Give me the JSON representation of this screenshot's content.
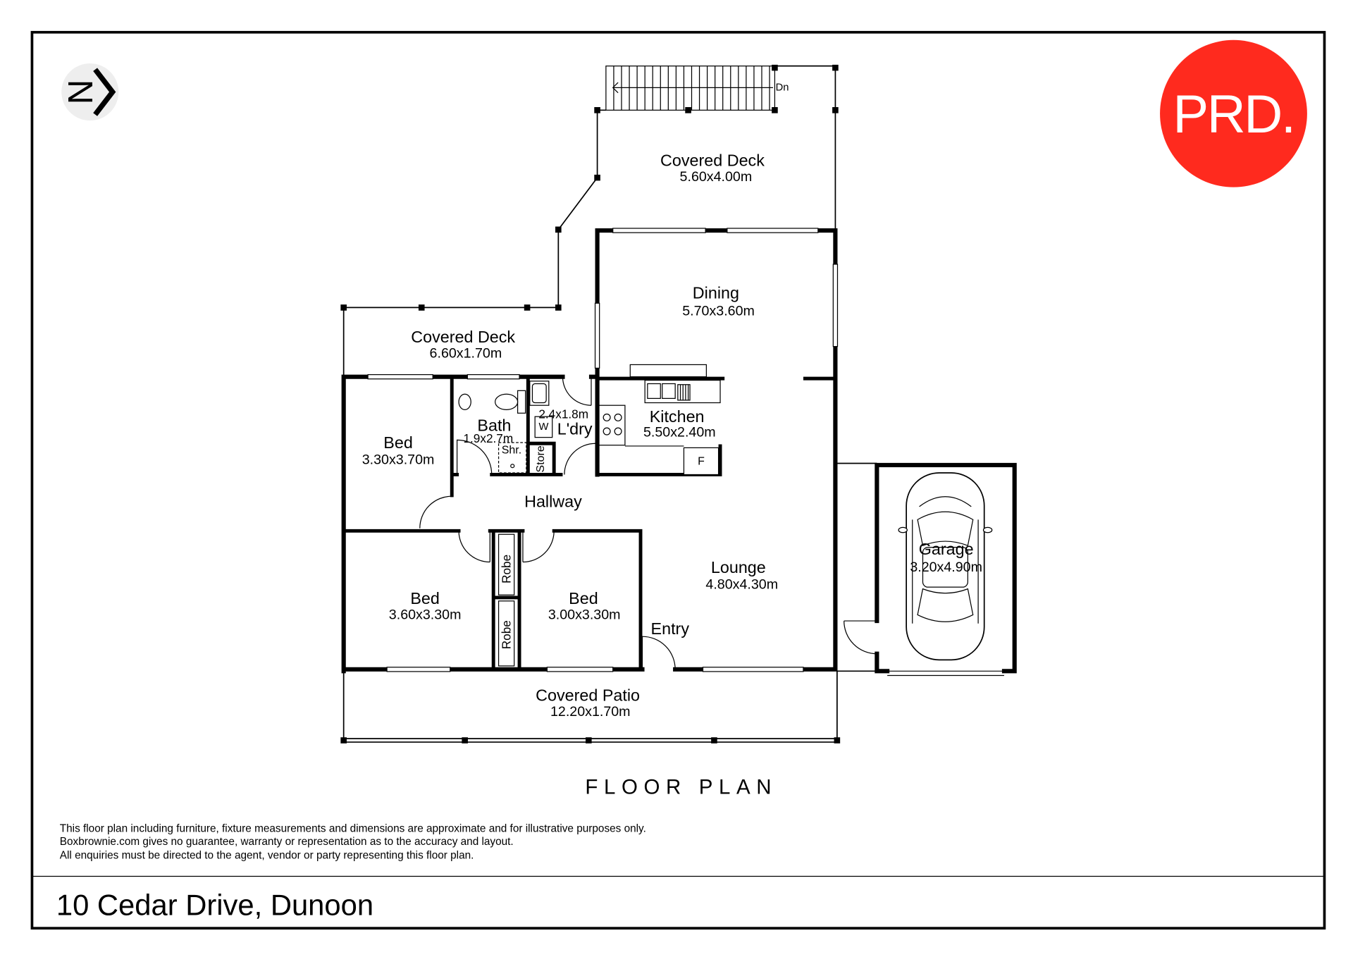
{
  "header": {
    "logo_text": "PRD.",
    "logo_color": "#ff2a1e",
    "north_label": "N",
    "north_icon": "north-arrow-icon"
  },
  "rooms": {
    "upper_deck": {
      "name": "Covered Deck",
      "dims": "5.60x4.00m"
    },
    "dining": {
      "name": "Dining",
      "dims": "5.70x3.60m"
    },
    "lower_deck": {
      "name": "Covered Deck",
      "dims": "6.60x1.70m"
    },
    "bed_1": {
      "name": "Bed",
      "dims": "3.30x3.70m"
    },
    "bath": {
      "name": "Bath",
      "dims": "1.9x2.7m"
    },
    "laundry": {
      "name": "L'dry",
      "dims": "2.4x1.8m"
    },
    "kitchen": {
      "name": "Kitchen",
      "dims": "5.50x2.40m"
    },
    "hallway": {
      "name": "Hallway"
    },
    "lounge": {
      "name": "Lounge",
      "dims": "4.80x4.30m"
    },
    "bed_2": {
      "name": "Bed",
      "dims": "3.60x3.30m"
    },
    "bed_3": {
      "name": "Bed",
      "dims": "3.00x3.30m"
    },
    "entry": {
      "name": "Entry"
    },
    "garage": {
      "name": "Garage",
      "dims": "3.20x4.90m"
    },
    "patio": {
      "name": "Covered Patio",
      "dims": "12.20x1.70m"
    }
  },
  "fixtures": {
    "stairs_label": "Dn",
    "washer_label": "W",
    "shower_label": "Shr.",
    "store_label": "Store",
    "fridge_label": "F",
    "robe_label": "Robe"
  },
  "plan_title": "FLOOR PLAN",
  "disclaimer": [
    "This floor plan including furniture, fixture measurements and dimensions are approximate and for illustrative purposes only.",
    "Boxbrownie.com gives no guarantee, warranty or representation as to the accuracy and layout.",
    "All enquiries must be directed to the agent, vendor or party representing this floor plan."
  ],
  "address": "10 Cedar Drive, Dunoon"
}
